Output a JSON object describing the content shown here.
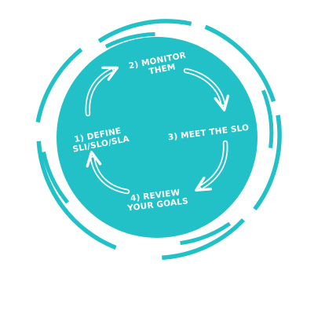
{
  "diagram": {
    "colors": {
      "accent": "#22C1C8",
      "background": "#FFFFFF",
      "text": "#FFFFFF"
    },
    "steps": [
      {
        "lines": [
          "2) MONITOR",
          "THEM"
        ]
      },
      {
        "lines": [
          "3) MEET THE SLO"
        ]
      },
      {
        "lines": [
          "4) REVIEW",
          "YOUR GOALS"
        ]
      },
      {
        "lines": [
          "1) DEFINE",
          "SLI/SLO/SLA"
        ]
      }
    ]
  }
}
